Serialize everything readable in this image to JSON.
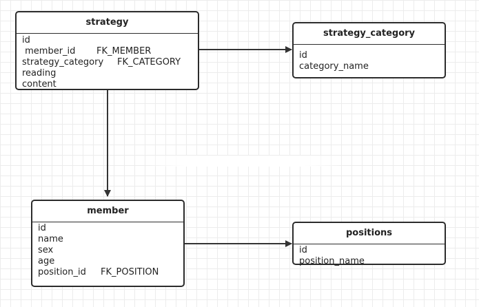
{
  "entities": {
    "strategy": {
      "title": "strategy",
      "fields": [
        {
          "name": "id",
          "fk": ""
        },
        {
          "name": " member_id",
          "fk": "FK_MEMBER"
        },
        {
          "name": "strategy_category",
          "fk": "FK_CATEGORY"
        },
        {
          "name": "reading",
          "fk": ""
        },
        {
          "name": "content",
          "fk": ""
        }
      ]
    },
    "strategy_category": {
      "title": "strategy_category",
      "fields": [
        {
          "name": "id",
          "fk": ""
        },
        {
          "name": "category_name",
          "fk": ""
        }
      ]
    },
    "member": {
      "title": "member",
      "fields": [
        {
          "name": "id",
          "fk": ""
        },
        {
          "name": "name",
          "fk": ""
        },
        {
          "name": "sex",
          "fk": ""
        },
        {
          "name": "age",
          "fk": ""
        },
        {
          "name": "position_id",
          "fk": "FK_POSITION"
        }
      ]
    },
    "positions": {
      "title": "positions",
      "fields": [
        {
          "name": "id",
          "fk": ""
        },
        {
          "name": "position_name",
          "fk": ""
        }
      ]
    }
  },
  "colors": {
    "border": "#2b2b2b",
    "line": "#333333",
    "grid": "#ececec",
    "background": "#ffffff"
  }
}
